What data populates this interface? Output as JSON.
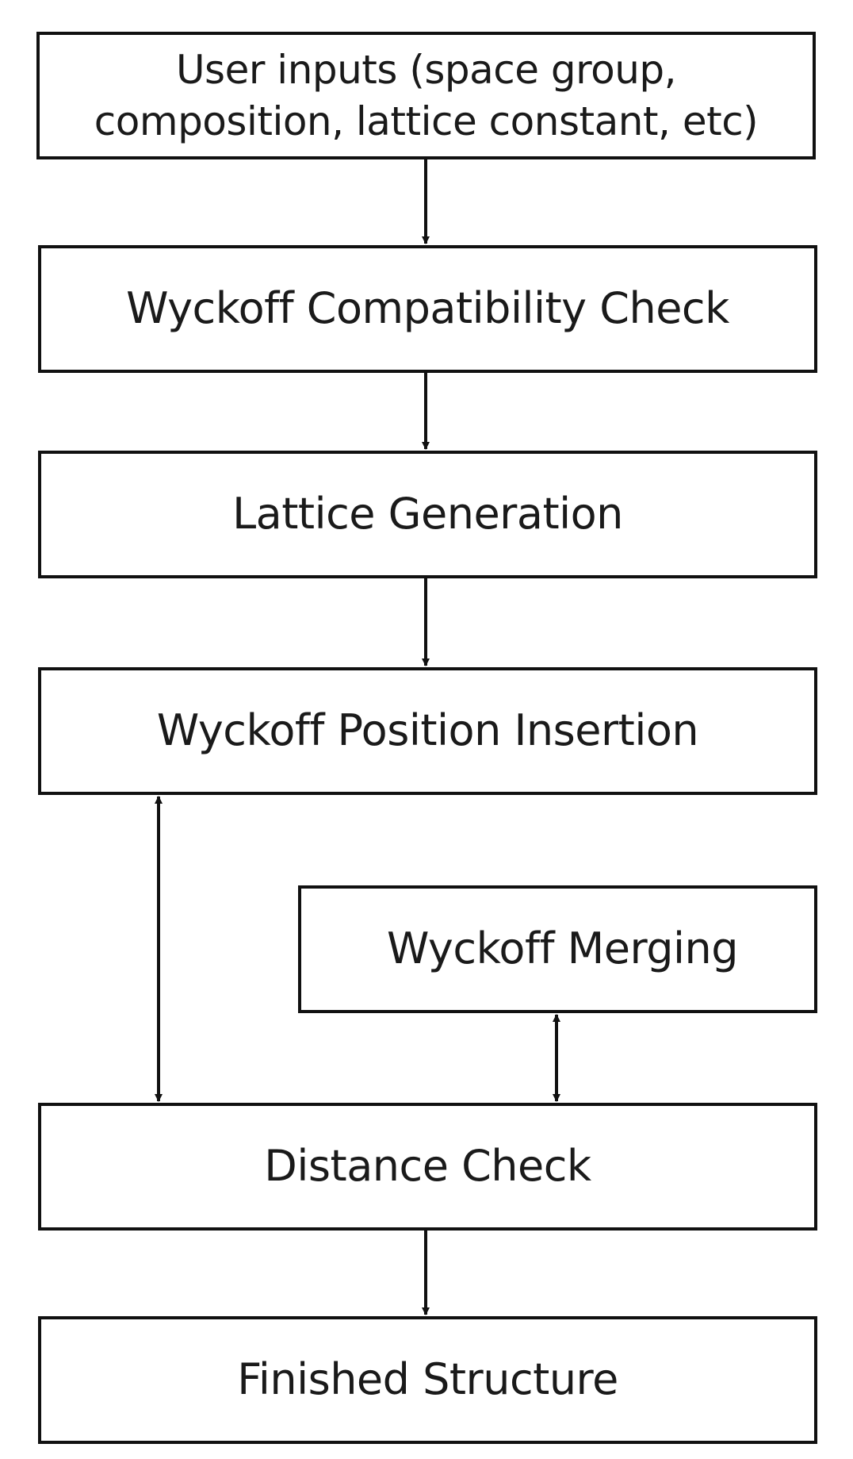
{
  "nodes": {
    "user_inputs": {
      "line1": "User inputs (space group,",
      "line2": "composition, lattice constant, etc)"
    },
    "wyckoff_compatibility_check": "Wyckoff Compatibility Check",
    "lattice_generation": "Lattice Generation",
    "wyckoff_position_insertion": "Wyckoff Position Insertion",
    "wyckoff_merging": "Wyckoff Merging",
    "distance_check": "Distance Check",
    "finished_structure": "Finished Structure"
  },
  "edges": [
    {
      "from": "user_inputs",
      "to": "wyckoff_compatibility_check",
      "direction": "forward"
    },
    {
      "from": "wyckoff_compatibility_check",
      "to": "lattice_generation",
      "direction": "forward"
    },
    {
      "from": "lattice_generation",
      "to": "wyckoff_position_insertion",
      "direction": "forward"
    },
    {
      "from": "wyckoff_position_insertion",
      "to": "distance_check",
      "direction": "bidirectional"
    },
    {
      "from": "wyckoff_merging",
      "to": "distance_check",
      "direction": "bidirectional"
    },
    {
      "from": "distance_check",
      "to": "finished_structure",
      "direction": "forward"
    }
  ],
  "colors": {
    "stroke": "#111111",
    "text": "#1a1a1a",
    "background": "#ffffff"
  }
}
